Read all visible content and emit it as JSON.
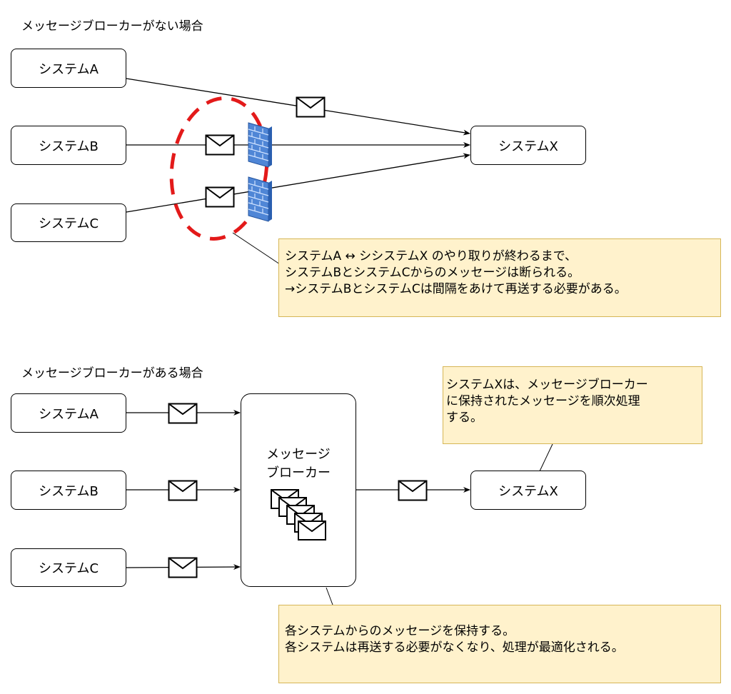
{
  "section_no_broker": {
    "title": "メッセージブローカーがない場合",
    "system_a": "システムA",
    "system_b": "システムB",
    "system_c": "システムC",
    "system_x": "システムX",
    "note_lines": [
      "システムA ↔ シシステムX のやり取りが終わるまで、",
      "システムBとシステムCからのメッセージは断られる。",
      "→システムBとシステムCは間隔をあけて再送する必要がある。"
    ],
    "highlight_color": "#e31a1a",
    "note_color": "#fff2cc"
  },
  "section_with_broker": {
    "title": "メッセージブローカーがある場合",
    "system_a": "システムA",
    "system_b": "システムB",
    "system_c": "システムC",
    "system_x": "システムX",
    "broker_line1": "メッセージ",
    "broker_line2": "ブローカー",
    "note_top_lines": [
      "システムXは、メッセージブローカー",
      "に保持されたメッセージを順次処理",
      "する。"
    ],
    "note_bottom_lines": [
      "各システムからのメッセージを保持する。",
      "各システムは再送する必要がなくなり、処理が最適化される。"
    ]
  },
  "icons": {
    "message": "envelope-icon",
    "firewall": "firewall-icon",
    "queue": "message-queue-icon"
  }
}
